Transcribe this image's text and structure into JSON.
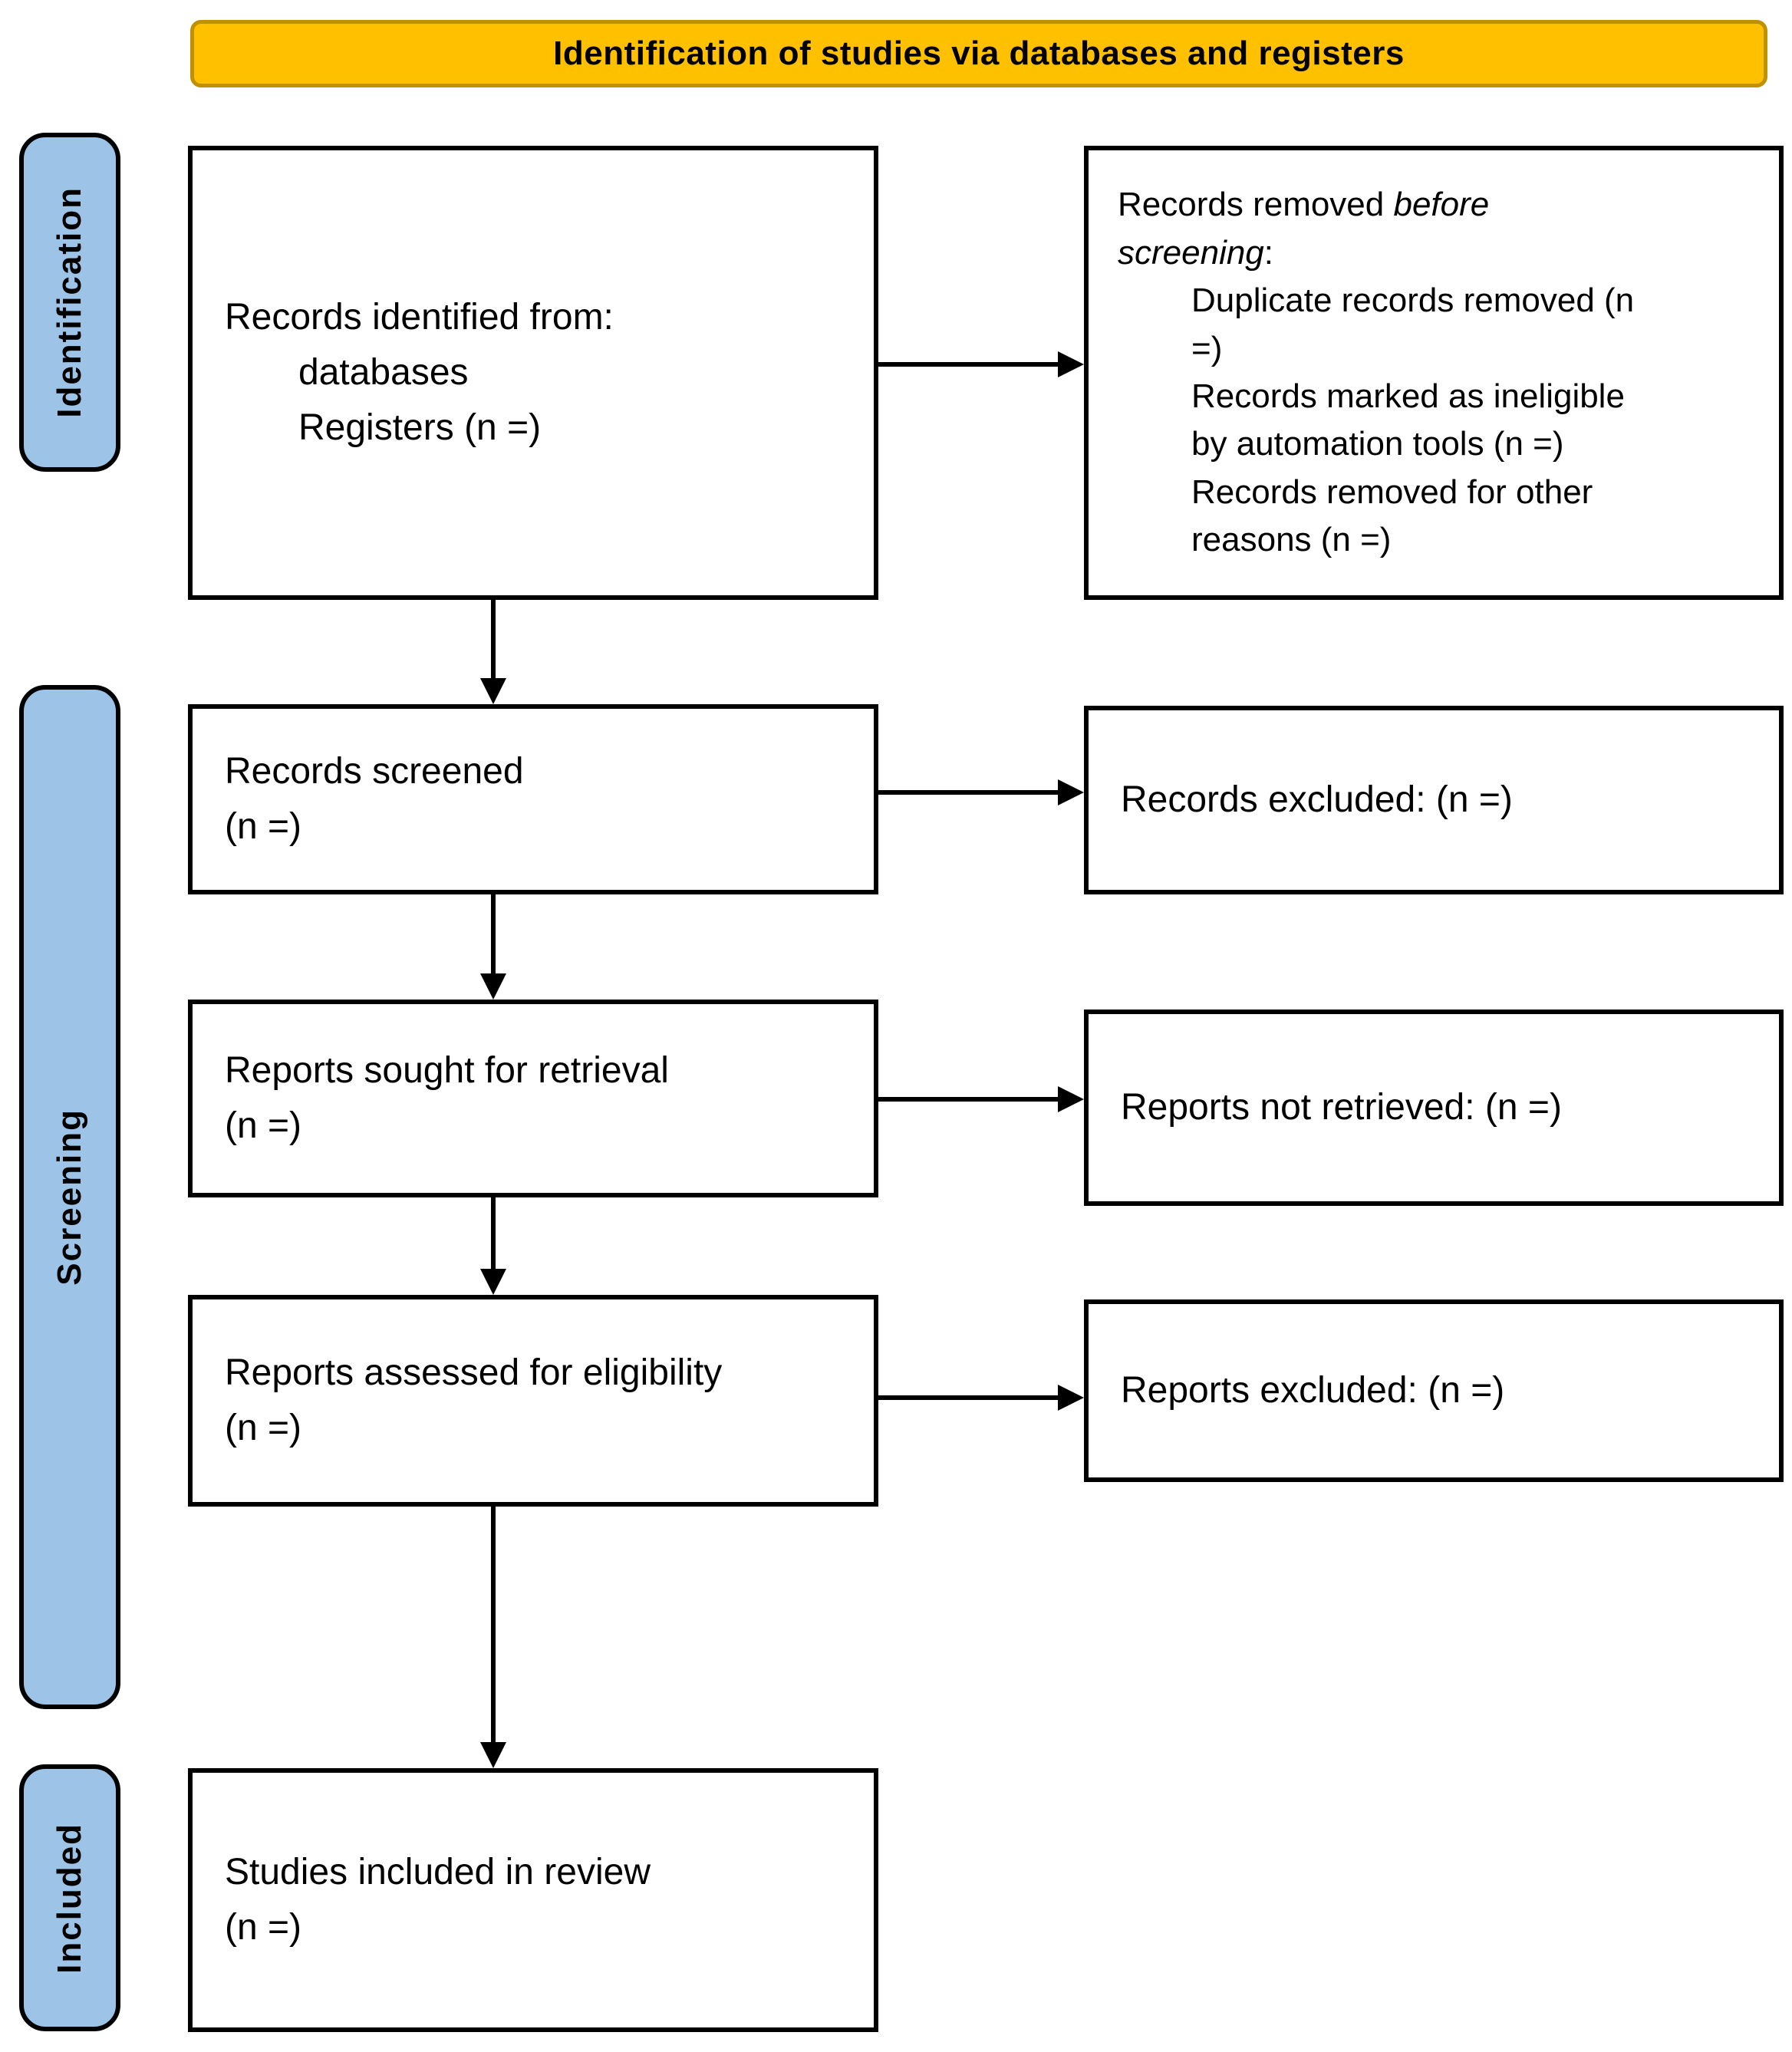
{
  "header": {
    "title": "Identification of studies via databases and registers"
  },
  "colors": {
    "header_bg": "#FFC000",
    "header_border": "#BF9000",
    "stage_bg": "#9DC3E6",
    "box_border": "#000000",
    "text": "#000000"
  },
  "stages": [
    {
      "label": "Identification"
    },
    {
      "label": "Screening"
    },
    {
      "label": "Included"
    }
  ],
  "boxes": [
    {
      "name": "records-identified",
      "lines": [
        {
          "text": "Records identified from:",
          "indent": 0
        },
        {
          "text": "databases",
          "indent": 1
        },
        {
          "text": "Registers (n =)",
          "indent": 1
        }
      ]
    },
    {
      "name": "records-removed-before-screening",
      "lines": [
        {
          "segments": [
            {
              "text": "Records removed "
            },
            {
              "text": "before",
              "italic": true
            }
          ],
          "indent": 0
        },
        {
          "segments": [
            {
              "text": "screening",
              "italic": true
            },
            {
              "text": ":"
            }
          ],
          "indent": 0
        },
        {
          "text": "Duplicate records removed (n",
          "indent": 1
        },
        {
          "text": "=)",
          "indent": 1
        },
        {
          "text": "Records marked as ineligible",
          "indent": 1
        },
        {
          "text": "by automation tools (n =)",
          "indent": 1
        },
        {
          "text": "Records removed for other",
          "indent": 1
        },
        {
          "text": "reasons (n =)",
          "indent": 1
        }
      ]
    },
    {
      "name": "records-screened",
      "lines": [
        {
          "text": "Records screened",
          "indent": 0
        },
        {
          "text": "(n =)",
          "indent": 0
        }
      ]
    },
    {
      "name": "records-excluded",
      "lines": [
        {
          "text": "Records excluded: (n =)",
          "indent": 0
        }
      ]
    },
    {
      "name": "reports-sought-for-retrieval",
      "lines": [
        {
          "text": "Reports sought for retrieval",
          "indent": 0
        },
        {
          "text": "(n =)",
          "indent": 0
        }
      ]
    },
    {
      "name": "reports-not-retrieved",
      "lines": [
        {
          "text": "Reports not retrieved: (n =)",
          "indent": 0
        }
      ]
    },
    {
      "name": "reports-assessed-for-eligibility",
      "lines": [
        {
          "text": "Reports assessed for eligibility",
          "indent": 0
        },
        {
          "text": "(n =)",
          "indent": 0
        }
      ]
    },
    {
      "name": "reports-excluded",
      "lines": [
        {
          "text": "Reports excluded: (n =)",
          "indent": 0
        }
      ]
    },
    {
      "name": "studies-included-in-review",
      "lines": [
        {
          "text": "Studies included in review",
          "indent": 0
        },
        {
          "text": "(n =)",
          "indent": 0
        }
      ]
    }
  ]
}
